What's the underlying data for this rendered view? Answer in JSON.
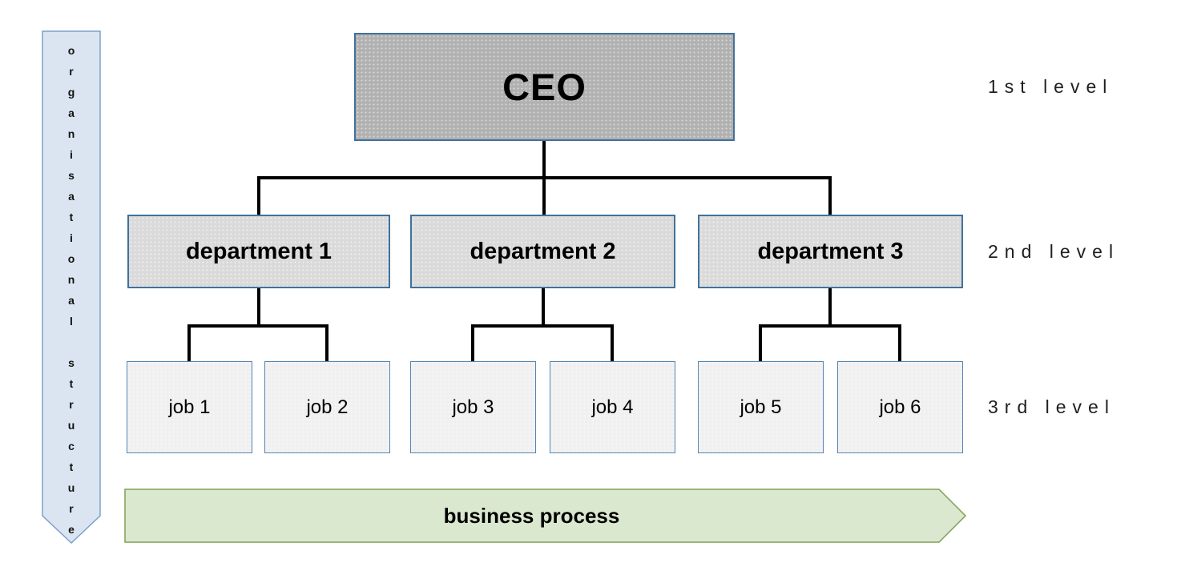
{
  "diagram": {
    "org_arrow_label": "organisational structure",
    "ceo_label": "CEO",
    "departments": [
      "department 1",
      "department 2",
      "department 3"
    ],
    "jobs": [
      "job 1",
      "job 2",
      "job 3",
      "job 4",
      "job 5",
      "job 6"
    ],
    "level_labels": [
      "1st level",
      "2nd level",
      "3rd level"
    ],
    "process_label": "business process",
    "colors": {
      "ceo_fill": "#b1b1b1",
      "department_fill": "#dadada",
      "job_fill": "#f0f0f0",
      "box_border": "#41719c",
      "org_arrow_fill": "#dbe5f1",
      "org_arrow_border": "#7da0cc",
      "process_arrow_fill": "#dbe8d0",
      "process_arrow_border": "#80a055",
      "connector": "#000000",
      "level_label_color": "#1f1f1f"
    }
  }
}
